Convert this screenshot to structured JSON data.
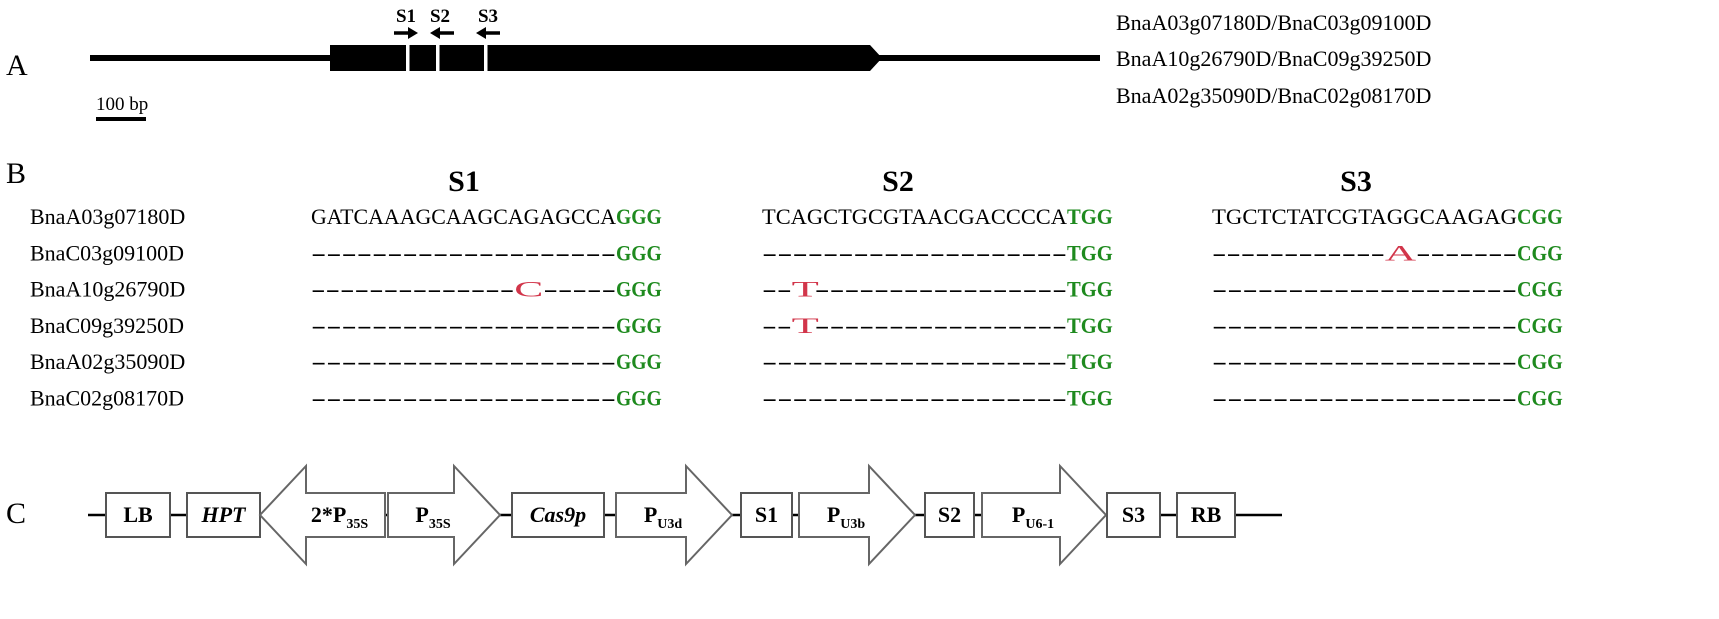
{
  "panel_a": {
    "label": "A",
    "primers": [
      "S1",
      "S2",
      "S3"
    ],
    "primer_directions": [
      "right",
      "left",
      "left"
    ],
    "gene_ids": [
      "BnaA03g07180D/BnaC03g09100D",
      "BnaA10g26790D/BnaC09g39250D",
      "BnaA02g35090D/BnaC02g08170D"
    ],
    "scale_label": "100 bp"
  },
  "panel_b": {
    "label": "B",
    "targets": [
      {
        "title": "S1",
        "rows": [
          {
            "seq": "GATCAAAGCAAGCAGAGCCA",
            "pam": "GGG"
          },
          {
            "seq": "--------------------",
            "pam": "GGG"
          },
          {
            "seq": "--------------C-----",
            "pam": "GGG"
          },
          {
            "seq": "--------------------",
            "pam": "GGG"
          },
          {
            "seq": "--------------------",
            "pam": "GGG"
          },
          {
            "seq": "--------------------",
            "pam": "GGG"
          }
        ]
      },
      {
        "title": "S2",
        "rows": [
          {
            "seq": "TCAGCTGCGTAACGACCCCA",
            "pam": "TGG"
          },
          {
            "seq": "--------------------",
            "pam": "TGG"
          },
          {
            "seq": "--T-----------------",
            "pam": "TGG"
          },
          {
            "seq": "--T-----------------",
            "pam": "TGG"
          },
          {
            "seq": "--------------------",
            "pam": "TGG"
          },
          {
            "seq": "--------------------",
            "pam": "TGG"
          }
        ]
      },
      {
        "title": "S3",
        "rows": [
          {
            "seq": "TGCTCTATCGTAGGCAAGAG",
            "pam": "CGG"
          },
          {
            "seq": "------------A-------",
            "pam": "CGG"
          },
          {
            "seq": "--------------------",
            "pam": "CGG"
          },
          {
            "seq": "--------------------",
            "pam": "CGG"
          },
          {
            "seq": "--------------------",
            "pam": "CGG"
          },
          {
            "seq": "--------------------",
            "pam": "CGG"
          }
        ]
      }
    ],
    "genes": [
      "BnaA03g07180D",
      "BnaC03g09100D",
      "BnaA10g26790D",
      "BnaC09g39250D",
      "BnaA02g35090D",
      "BnaC02g08170D"
    ]
  },
  "panel_c": {
    "label": "C",
    "elements": [
      {
        "text": "LB",
        "shape": "box"
      },
      {
        "text": "HPT",
        "shape": "box",
        "italic": true
      },
      {
        "text": "2*P",
        "sub": "35S",
        "shape": "arrow-left"
      },
      {
        "text": "P",
        "sub": "35S",
        "shape": "arrow-right"
      },
      {
        "text": "Cas9p",
        "shape": "box",
        "italic": true
      },
      {
        "text": "P",
        "sub": "U3d",
        "shape": "arrow-right"
      },
      {
        "text": "S1",
        "shape": "box"
      },
      {
        "text": "P",
        "sub": "U3b",
        "shape": "arrow-right"
      },
      {
        "text": "S2",
        "shape": "box"
      },
      {
        "text": "P",
        "sub": "U6-1",
        "shape": "arrow-right"
      },
      {
        "text": "S3",
        "shape": "box"
      },
      {
        "text": "RB",
        "shape": "box"
      }
    ]
  },
  "colors": {
    "pam": "#1e8a1e",
    "mismatch": "#d2354a",
    "ink": "#000000"
  }
}
